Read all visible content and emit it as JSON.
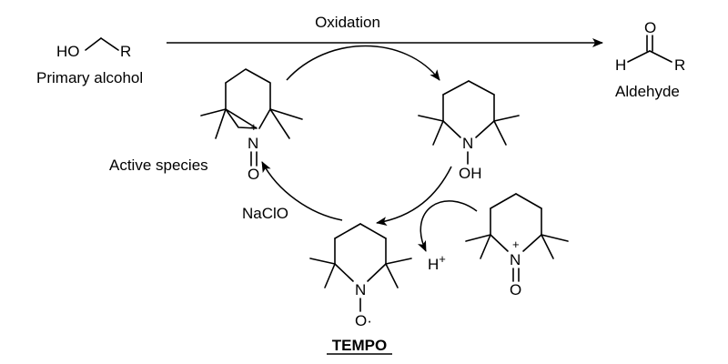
{
  "reaction": {
    "top_arrow_label": "Oxidation",
    "primary_alcohol_label": "Primary alcohol",
    "aldehyde_label": "Aldehyde",
    "active_species_label": "Active species",
    "reagent_label": "NaClO",
    "tempo_label": "TEMPO"
  },
  "atoms": {
    "hydroxyl": "HO",
    "r_group": "R",
    "hydrogen": "H",
    "oxygen": "O",
    "nitrogen": "N",
    "plus": "+",
    "oh": "OH",
    "o_radical": "O·",
    "proton": "H",
    "proton_charge": "+"
  }
}
